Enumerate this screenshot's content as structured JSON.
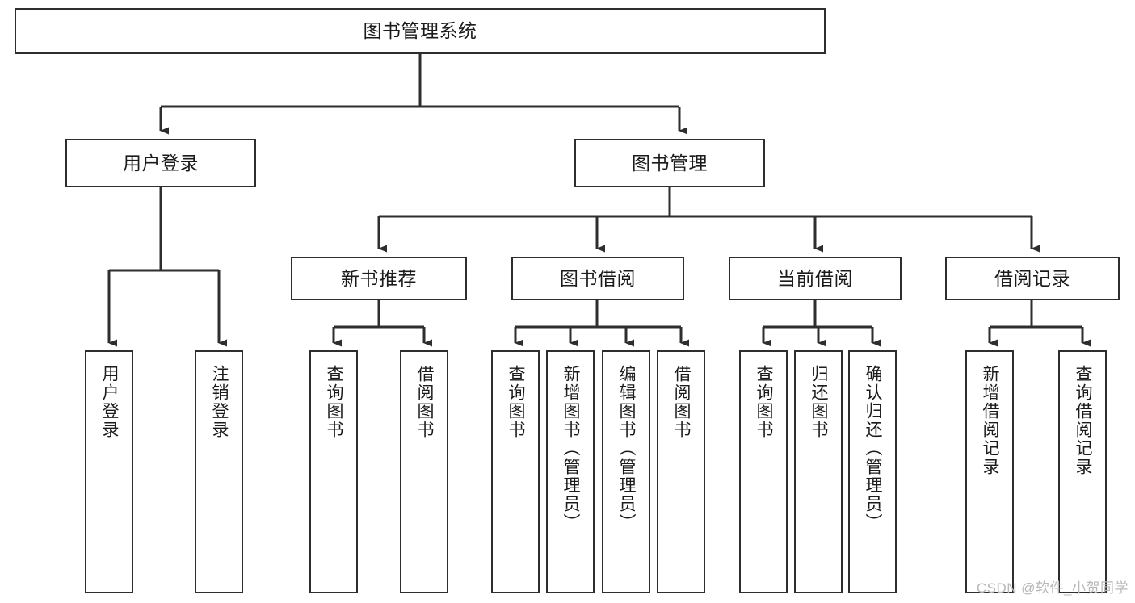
{
  "diagram": {
    "title": "图书管理系统",
    "type": "tree",
    "watermark": "CSDN @软件_小贺同学",
    "accent_color": "#2e2e2e",
    "background_color": "#ffffff",
    "nodes": {
      "root": {
        "label": "图书管理系统"
      },
      "level2": [
        {
          "id": "user-login",
          "label": "用户登录"
        },
        {
          "id": "book-management",
          "label": "图书管理"
        }
      ],
      "level3": [
        {
          "id": "new-book-recommend",
          "label": "新书推荐"
        },
        {
          "id": "book-borrow",
          "label": "图书借阅"
        },
        {
          "id": "current-borrow",
          "label": "当前借阅"
        },
        {
          "id": "borrow-record",
          "label": "借阅记录"
        }
      ],
      "leaves": [
        {
          "id": "leaf-user-login",
          "label": "用户登录",
          "parent": "user-login"
        },
        {
          "id": "leaf-logout-login",
          "label": "注销登录",
          "parent": "user-login"
        },
        {
          "id": "leaf-query-book-1",
          "label": "查询图书",
          "parent": "new-book-recommend"
        },
        {
          "id": "leaf-borrow-book-1",
          "label": "借阅图书",
          "parent": "new-book-recommend"
        },
        {
          "id": "leaf-query-book-2",
          "label": "查询图书",
          "parent": "book-borrow"
        },
        {
          "id": "leaf-add-book",
          "label": "新增图书（管理员）",
          "parent": "book-borrow"
        },
        {
          "id": "leaf-edit-book",
          "label": "编辑图书（管理员）",
          "parent": "book-borrow"
        },
        {
          "id": "leaf-borrow-book-2",
          "label": "借阅图书",
          "parent": "book-borrow"
        },
        {
          "id": "leaf-query-book-3",
          "label": "查询图书",
          "parent": "current-borrow"
        },
        {
          "id": "leaf-return-book",
          "label": "归还图书",
          "parent": "current-borrow"
        },
        {
          "id": "leaf-confirm-return",
          "label": "确认归还（管理员）",
          "parent": "current-borrow"
        },
        {
          "id": "leaf-add-record",
          "label": "新增借阅记录",
          "parent": "borrow-record"
        },
        {
          "id": "leaf-query-record",
          "label": "查询借阅记录",
          "parent": "borrow-record"
        }
      ]
    }
  }
}
